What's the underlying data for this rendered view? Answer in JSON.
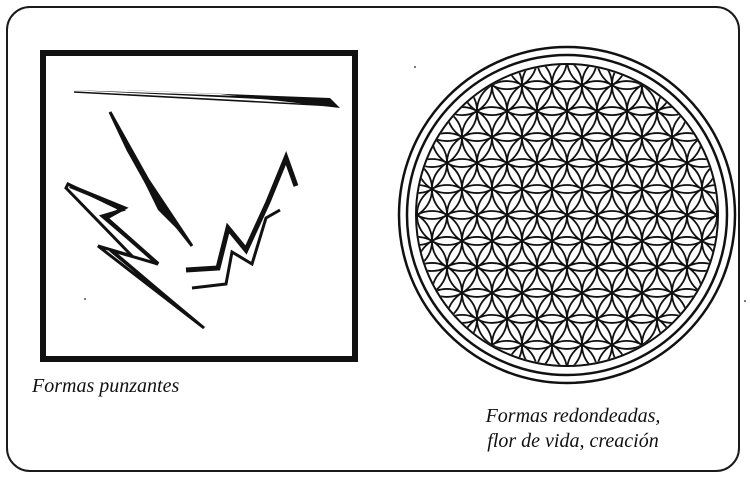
{
  "captions": {
    "sharp": "Formas punzantes",
    "round_line1": "Formas redondeadas,",
    "round_line2": "flor de vida, creación"
  },
  "colors": {
    "ink": "#111111",
    "background": "#ffffff"
  },
  "figures": {
    "left_icon": "sharp-shapes-drawing",
    "right_icon": "flower-of-life-icon"
  }
}
